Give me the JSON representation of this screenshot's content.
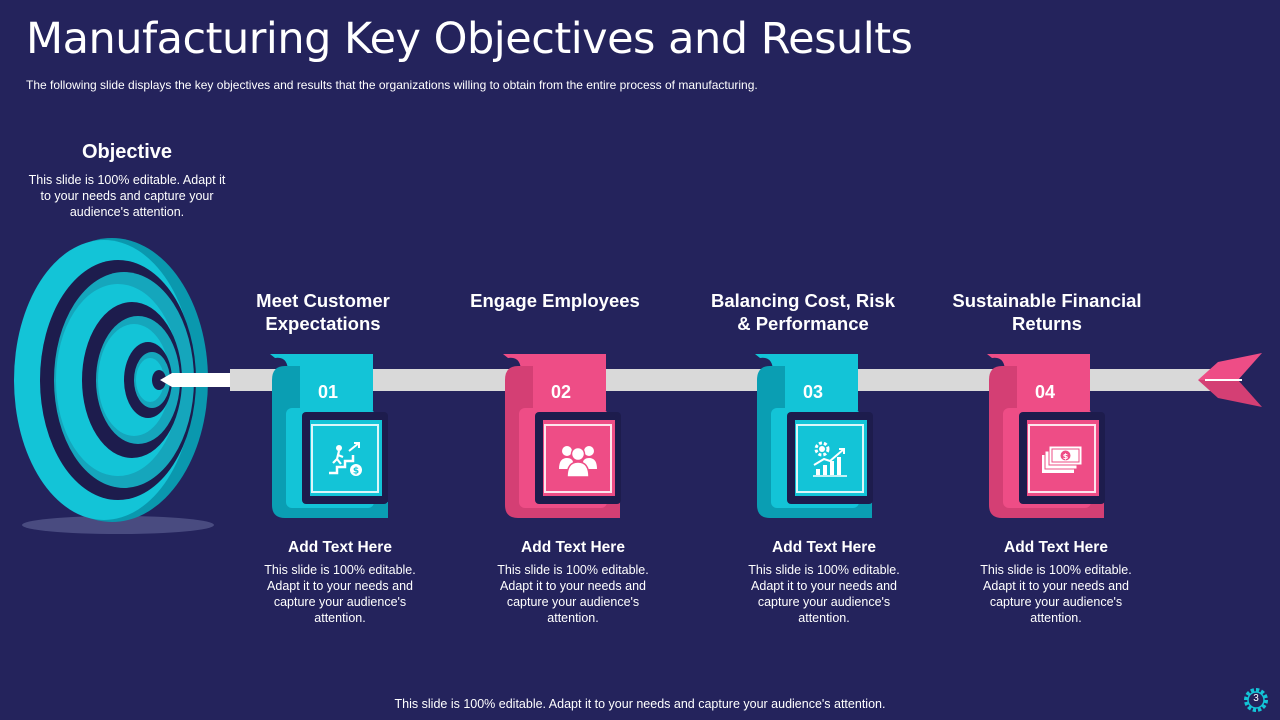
{
  "slide": {
    "title": "Manufacturing Key Objectives and Results",
    "subtitle": "The following  slide displays the key objectives  and results that the organizations willing to obtain from the entire process of manufacturing.",
    "footer": "This slide is 100% editable. Adapt it to your needs and capture your audience's attention.",
    "page_number": "3"
  },
  "objective": {
    "heading": "Objective",
    "text": "This slide is 100% editable. Adapt it to your needs and capture your audience's attention."
  },
  "steps": [
    {
      "number": "01",
      "title": "Meet Customer Expectations",
      "icon": "growth-stairs-icon",
      "color": "#13c4d7",
      "card_heading": "Add Text Here",
      "card_text": "This slide is 100% editable. Adapt it to your needs and capture your audience's attention."
    },
    {
      "number": "02",
      "title": "Engage Employees",
      "icon": "team-icon",
      "color": "#ee4d86",
      "card_heading": "Add Text Here",
      "card_text": "This slide is 100% editable. Adapt it to your needs and capture your audience's attention."
    },
    {
      "number": "03",
      "title": "Balancing Cost, Risk & Performance",
      "icon": "gear-chart-icon",
      "color": "#13c4d7",
      "card_heading": "Add Text Here",
      "card_text": "This slide is 100% editable. Adapt it to your needs and capture your audience's attention."
    },
    {
      "number": "04",
      "title": "Sustainable Financial Returns",
      "icon": "money-stack-icon",
      "color": "#ee4d86",
      "card_heading": "Add Text Here",
      "card_text": "This slide is 100% editable. Adapt it to your needs and capture your audience's attention."
    }
  ],
  "colors": {
    "background": "#24235c",
    "cyan": "#13c4d7",
    "pink": "#ee4d86",
    "arrow_shaft": "#d9d9d9"
  }
}
